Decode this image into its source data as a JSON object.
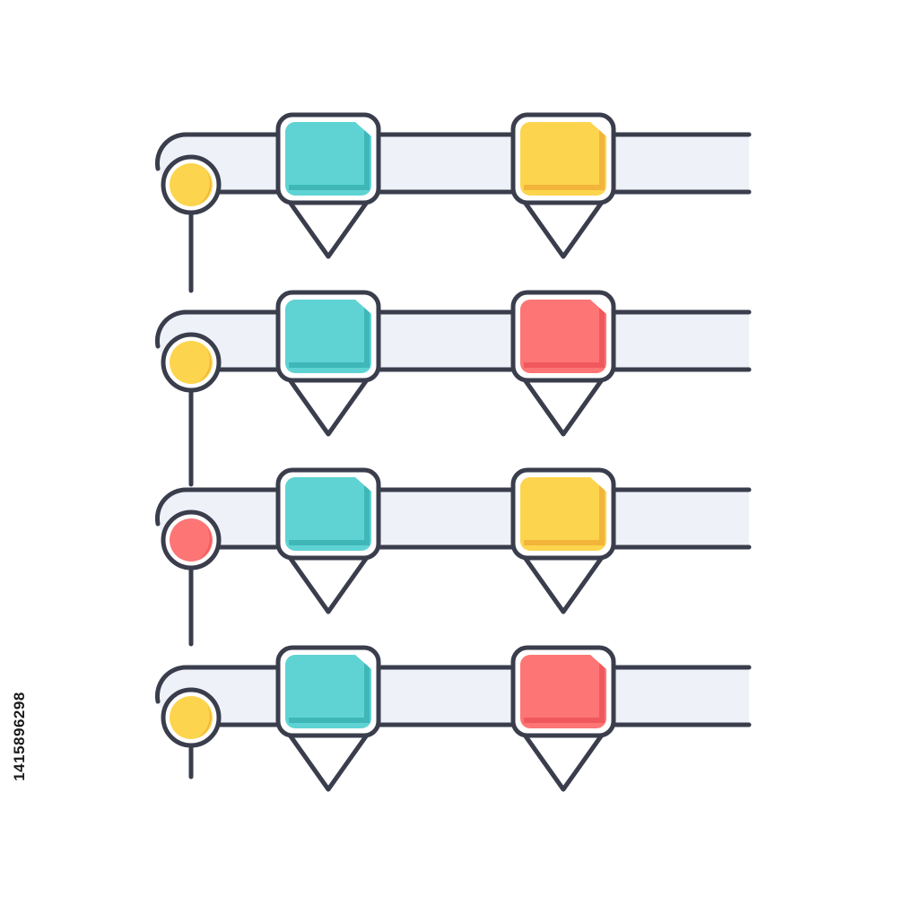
{
  "image": {
    "subject": "timeline-icon",
    "stock_id": "1415896298"
  },
  "palette": {
    "outline": "#3a3d4c",
    "track": "#eef1f8",
    "teal": "#5fd3d3",
    "teal_shadow": "#3fb7b9",
    "yellow": "#fdd44d",
    "yellow_shadow": "#f2b43a",
    "red": "#fd7575",
    "red_shadow": "#f0585d",
    "highlight": "#ffffff"
  },
  "rows": [
    {
      "dot": "yellow",
      "pins": [
        "teal",
        "yellow"
      ]
    },
    {
      "dot": "yellow",
      "pins": [
        "teal",
        "red"
      ]
    },
    {
      "dot": "red",
      "pins": [
        "teal",
        "yellow"
      ]
    },
    {
      "dot": "yellow",
      "pins": [
        "teal",
        "red"
      ]
    }
  ]
}
